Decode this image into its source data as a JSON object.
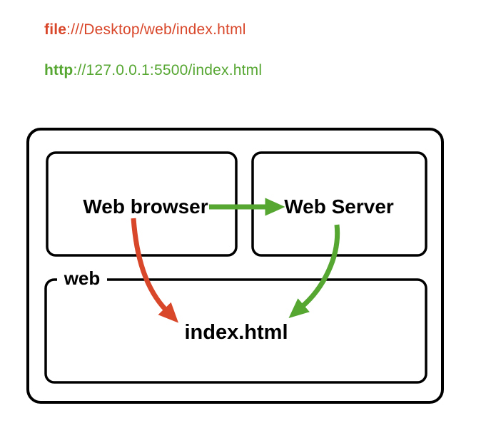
{
  "urls": [
    {
      "scheme": "file",
      "rest": ":///Desktop/web/index.html",
      "color": "#d9472b"
    },
    {
      "scheme": "http",
      "rest": "://127.0.0.1:5500/index.html",
      "color": "#56a632"
    }
  ],
  "diagram": {
    "boxes": {
      "browser_label": "Web browser",
      "server_label": "Web Server",
      "index_file_label": "index.html"
    },
    "group_label": "web",
    "outline_color": "#000000",
    "arrows": [
      {
        "name": "browser-to-server",
        "color": "#56a632",
        "style": "straight"
      },
      {
        "name": "browser-to-index",
        "color": "#d9472b",
        "style": "curved"
      },
      {
        "name": "server-to-index",
        "color": "#56a632",
        "style": "curved"
      }
    ]
  }
}
